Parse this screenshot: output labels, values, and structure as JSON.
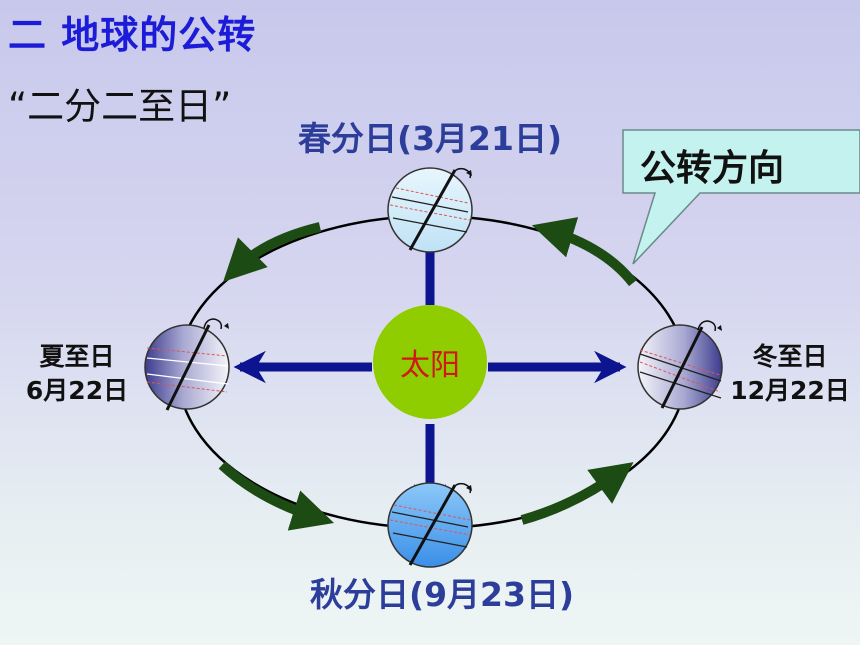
{
  "title": "二 地球的公转",
  "subtitle": "“二分二至日”",
  "sun_label": "太阳",
  "callout": "公转方向",
  "seasons": {
    "spring": "春分日(3月21日)",
    "autumn": "秋分日(9月23日)",
    "summer_name": "夏至日",
    "summer_date": "6月22日",
    "winter_name": "冬至日",
    "winter_date": "12月22日"
  },
  "colors": {
    "title": "#1c1cd8",
    "sun": "#8fcc00",
    "sun_text": "#d01818",
    "arrow": "#0c1490",
    "orbit_arrow": "#1d4b14",
    "callout_fill": "#c4f2ee"
  }
}
